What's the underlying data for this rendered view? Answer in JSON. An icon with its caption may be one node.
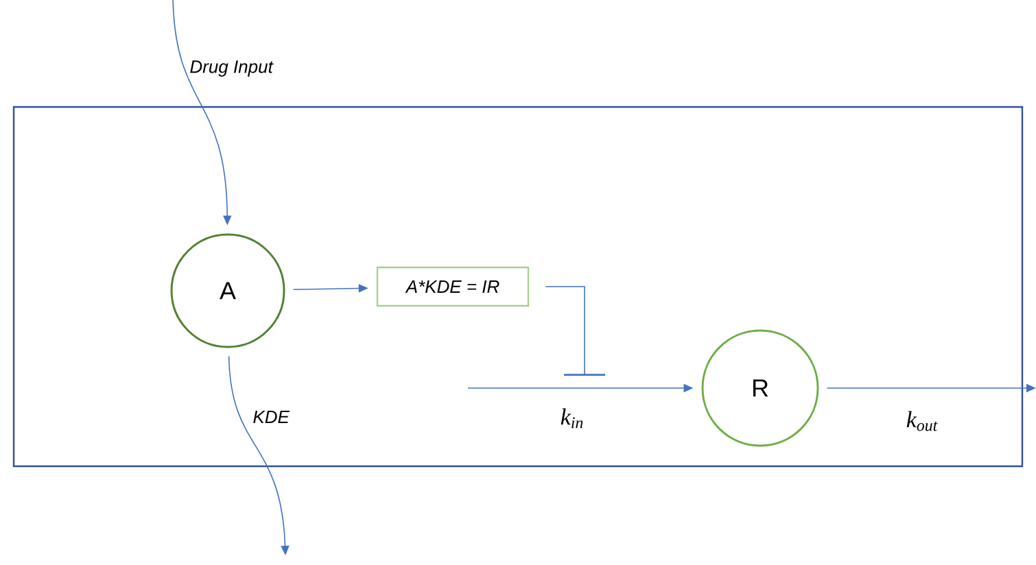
{
  "diagram": {
    "nodes": [
      {
        "text": [],
        "shape": "box"
      },
      {
        "text": [
          "A"
        ],
        "in": 0
      },
      {
        "text": [
          "A*KDE = IR"
        ],
        "in": 0
      },
      {
        "text": [
          "R"
        ],
        "in": 0
      }
    ],
    "edges": [
      {
        "from": null,
        "to": 1,
        "arrow": "to",
        "label": "Drug Input"
      },
      {
        "from": 1,
        "to": 2,
        "arrow": "to"
      },
      {
        "from": 1,
        "to": null,
        "arrow": "to",
        "label": "KDE"
      },
      {
        "from": 2,
        "to": null,
        "arrow": "other"
      },
      {
        "from": null,
        "to": 3,
        "arrow": "to",
        "label": "k$_{in}$"
      },
      {
        "from": 3,
        "to": null,
        "arrow": "to",
        "label": "k$_{out}$"
      }
    ]
  }
}
